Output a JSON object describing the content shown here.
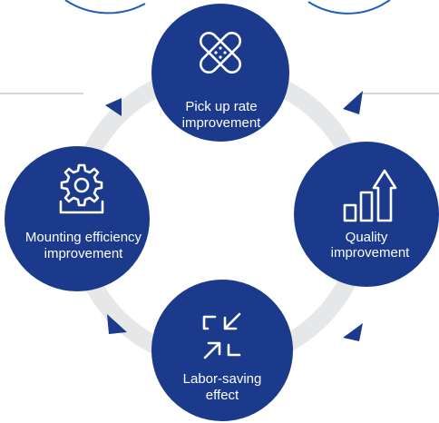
{
  "colors": {
    "node_fill": "#1b3a8c",
    "ring": "#e6e7e9",
    "arrow": "#1b3a8c",
    "top_circle_stroke": "#1e5fbf",
    "divider": "#c9c9c9",
    "text": "#ffffff"
  },
  "nodes": {
    "pickup": {
      "icon": "bandage-icon",
      "line1": "Pick up rate",
      "line2": "improvement"
    },
    "quality": {
      "icon": "bar-chart-up-arrow-icon",
      "line1": "Quality",
      "line2": "improvement"
    },
    "labor": {
      "icon": "compress-arrows-icon",
      "line1": "Labor-saving",
      "line2": "effect"
    },
    "mounting": {
      "icon": "gear-tray-icon",
      "line1": "Mounting efficiency",
      "line2": "improvement"
    }
  }
}
